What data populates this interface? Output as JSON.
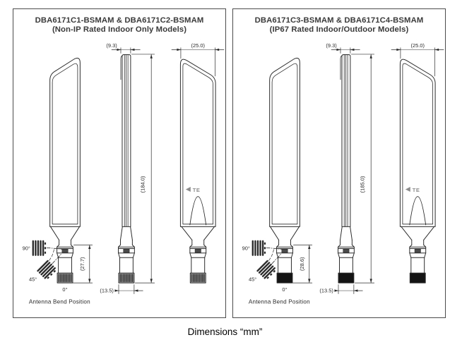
{
  "caption": "Dimensions “mm”",
  "shared": {
    "dim_side_width": "(9.3)",
    "dim_back_width": "(25.0)",
    "dim_base_width": "(13.5)",
    "angle_90": "90°",
    "angle_45": "45°",
    "angle_0": "0°",
    "bend_position_label": "Antenna Bend Position",
    "logo": "TE"
  },
  "panels": [
    {
      "title_line1": "DBA6171C1-BSMAM & DBA6171C2-BSMAM",
      "title_line2": "(Non-IP Rated Indoor Only Models)",
      "dim_overall_height": "(184.0)",
      "dim_connector_height": "(27.7)"
    },
    {
      "title_line1": "DBA6171C3-BSMAM & DBA6171C4-BSMAM",
      "title_line2": "(IP67 Rated Indoor/Outdoor Models)",
      "dim_overall_height": "(185.0)",
      "dim_connector_height": "(28.6)"
    }
  ],
  "colors": {
    "line": "#2b2b2b",
    "title_text": "#3a3a3a",
    "nut_knurled": "#a8a8a8",
    "nut_black": "#141414",
    "logo_gray": "#8d8d8d"
  }
}
